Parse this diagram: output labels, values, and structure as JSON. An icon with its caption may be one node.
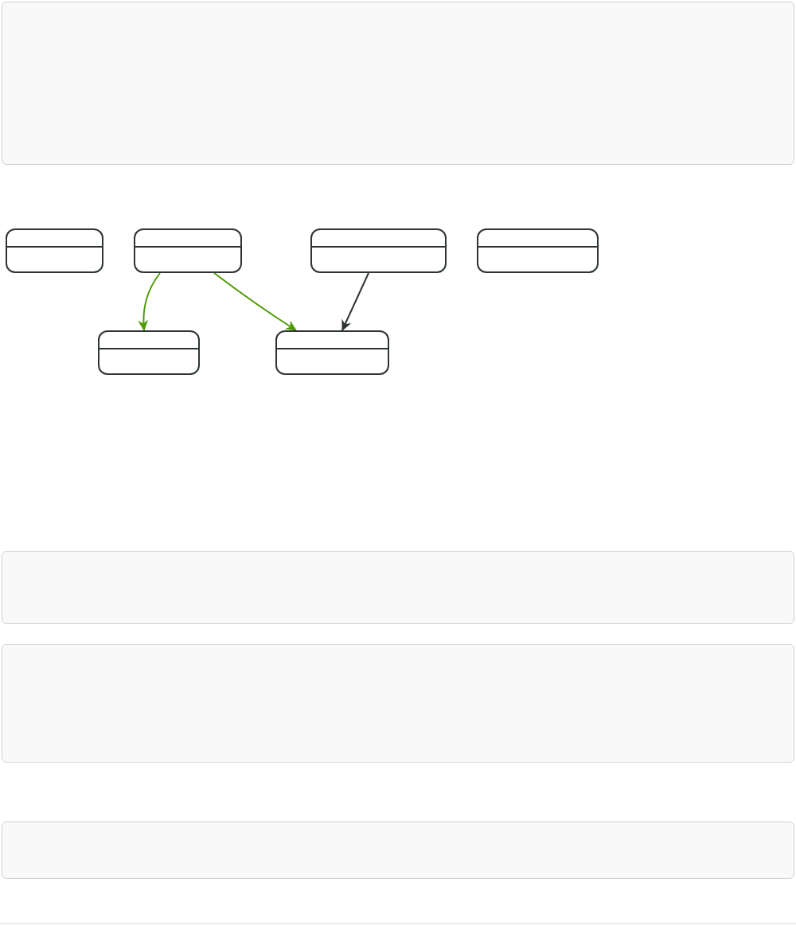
{
  "diagram": {
    "nodes": [
      {
        "text": [],
        "shape": "box"
      },
      {
        "text": [],
        "shape": "box"
      },
      {
        "text": [],
        "shape": "box"
      },
      {
        "text": [],
        "shape": "box"
      },
      {
        "text": [],
        "shape": "box"
      },
      {
        "text": [],
        "shape": "box"
      }
    ],
    "edges": [
      {
        "from": 1,
        "to": 4,
        "arrow": "to"
      },
      {
        "from": 1,
        "to": 5,
        "arrow": "to"
      },
      {
        "from": 2,
        "to": 5,
        "arrow": "to",
        "color": "#2e3436"
      }
    ]
  }
}
